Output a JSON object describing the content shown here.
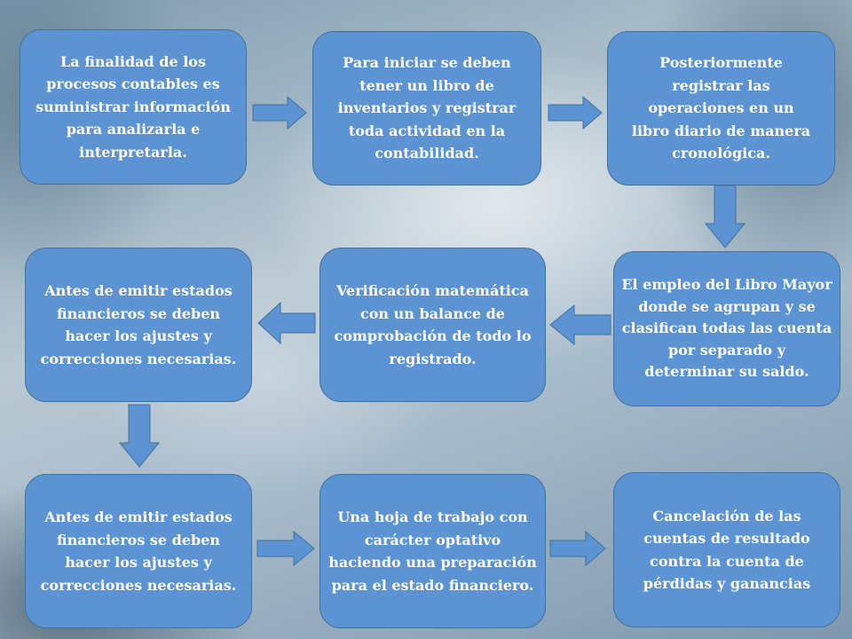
{
  "colors": {
    "box_fill": "#5b93d3",
    "box_border": "#41719c",
    "text": "#ffffff"
  },
  "steps": [
    {
      "text": "La finalidad de los procesos contables es suministrar información para analizarla e interpretarla."
    },
    {
      "text": "Para iniciar se deben tener un libro de inventarios y registrar toda actividad en la contabilidad."
    },
    {
      "text": "Posteriormente registrar las operaciones en un libro diario de manera cronológica."
    },
    {
      "text": "El empleo del Libro Mayor donde se agrupan y se clasifican todas las cuenta por separado y determinar su saldo."
    },
    {
      "text": "Verificación matemática con un balance de comprobación de todo lo registrado."
    },
    {
      "text": "Antes de emitir estados financieros se deben hacer los ajustes y correcciones necesarias."
    },
    {
      "text": "Antes de emitir estados financieros se deben hacer los ajustes y correcciones necesarias."
    },
    {
      "text": "Una hoja de trabajo con carácter optativo haciendo una preparación para el estado financiero."
    },
    {
      "text": "Cancelación de las cuentas de resultado contra la cuenta de pérdidas y ganancias"
    }
  ],
  "arrows": [
    "arrow-right",
    "arrow-right",
    "arrow-down",
    "arrow-left",
    "arrow-left",
    "arrow-down",
    "arrow-right",
    "arrow-right"
  ]
}
